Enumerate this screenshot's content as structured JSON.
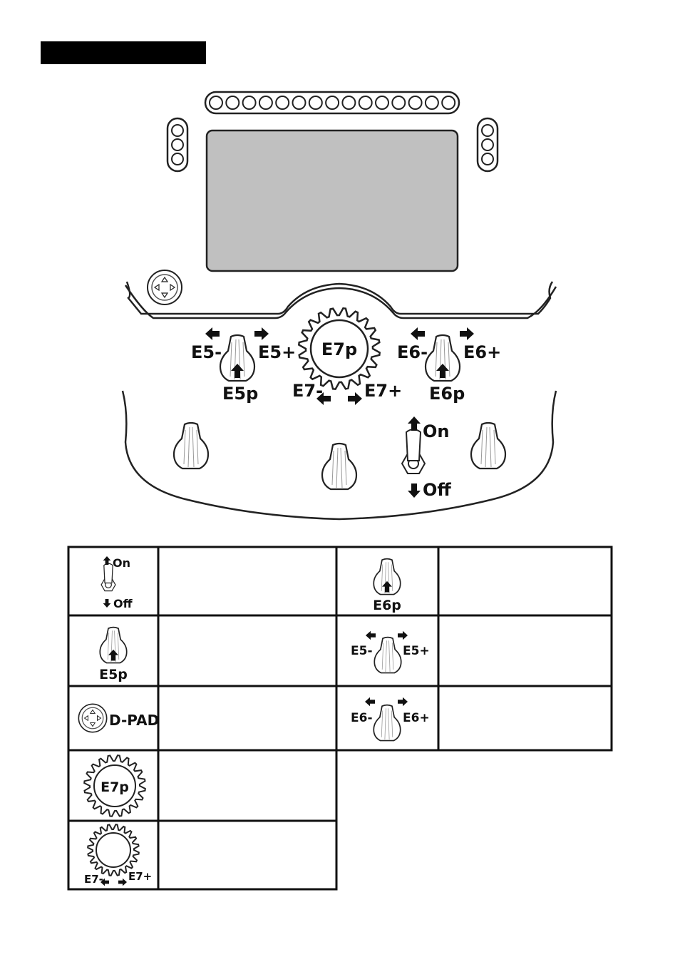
{
  "header": {
    "title_bar_color": "#000000"
  },
  "screen": {
    "color": "#c0c0c0"
  },
  "wheel": {
    "rotary_center_label": "E7p",
    "rotary_left_label": "E7-",
    "rotary_right_label": "E7+",
    "encoder_left": {
      "minus": "E5-",
      "plus": "E5+",
      "push": "E5p"
    },
    "encoder_right": {
      "minus": "E6-",
      "plus": "E6+",
      "push": "E6p"
    },
    "toggle": {
      "on": "On",
      "off": "Off"
    },
    "dpad_icon": "dpad-icon"
  },
  "table": {
    "rows": [
      {
        "left": {
          "icon": "toggle-switch-icon",
          "on": "On",
          "off": "Off",
          "desc": ""
        },
        "right": {
          "icon": "encoder-push-icon",
          "label": "E6p",
          "desc": ""
        }
      },
      {
        "left": {
          "icon": "encoder-push-icon",
          "label": "E5p",
          "desc": ""
        },
        "right": {
          "icon": "encoder-rotate-icon",
          "minus": "E5-",
          "plus": "E5+",
          "desc": ""
        }
      },
      {
        "left": {
          "icon": "dpad-icon",
          "label": "D-PAD",
          "desc": ""
        },
        "right": {
          "icon": "encoder-rotate-icon",
          "minus": "E6-",
          "plus": "E6+",
          "desc": ""
        }
      },
      {
        "left": {
          "icon": "rotary-push-icon",
          "label": "E7p",
          "desc": ""
        }
      },
      {
        "left": {
          "icon": "rotary-turn-icon",
          "minus": "E7-",
          "plus": "E7+",
          "desc": ""
        }
      }
    ]
  }
}
